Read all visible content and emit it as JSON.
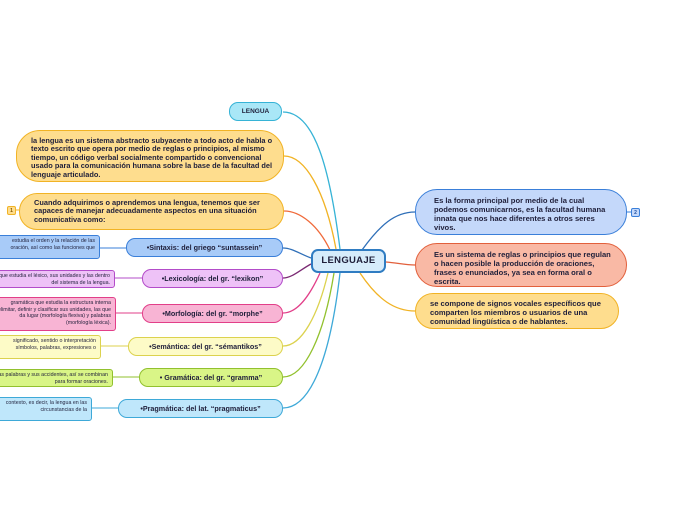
{
  "center": {
    "label": "LENGUAJE"
  },
  "right_nodes": {
    "blue": "Es la forma principal por medio de la cual podemos comunicarnos, es la facultad humana innata que nos hace diferentes a otros seres vivos.",
    "salmon": "Es un sistema de reglas o principios que regulan o hacen posible la producción de oraciones, frases o enunciados, ya sea en forma oral o escrita.",
    "orange": "se compone de signos vocales específicos que comparten los miembros o usuarios de una comunidad lingüística o de hablantes."
  },
  "left_nodes": {
    "lengua": "LENGUA",
    "definicion": "la lengua es un sistema abstracto subyacente a todo acto de habla o texto escrito que opera por medio de reglas o principios, al mismo tiempo, un código verbal socialmente compartido o convencional usado para la comunicación humana sobre la base de la facultad del lenguaje articulado.",
    "cuando": "Cuando adquirimos o aprendemos una lengua, tenemos que ser capaces de manejar adecuadamente aspectos en una situación comunicativa como:"
  },
  "branches": {
    "sintaxis": {
      "label": "•Sintaxis: del griego “suntassein”",
      "detail": "estudia el orden y la relación de las oración, así como las funciones que"
    },
    "lexicologia": {
      "label": "•Lexicología: del gr. “lexikon”",
      "detail": "que estudia el léxico, sus unidades y las dentro del sistema de la lengua."
    },
    "morfologia": {
      "label": "•Morfología: del gr. “morphe”",
      "detail": "gramática que estudia la estructura interna delimitar, definir y clasificar sus unidades, las que da lugar (morfología flexiva) y palabras (morfología léxica)."
    },
    "semantica": {
      "label": "•Semántica: del gr. “sémantikos”",
      "detail": "significado, sentido o interpretación símbolos, palabras, expresiones o"
    },
    "gramatica": {
      "label": "• Gramática: del gr. “gramma”",
      "detail": "las palabras y sus accidentes, así se combinan para formar oraciones."
    },
    "pragmatica": {
      "label": "•Pragmática: del lat. “pragmaticus”",
      "detail": "contexto, es decir, la lengua en las circunstancias de la"
    }
  },
  "badges": {
    "left": "1",
    "right": "2"
  },
  "colors": {
    "center": "#2f7cc2",
    "blue": "#3a7fd9",
    "salmon": "#e2603c",
    "orange": "#f1b325",
    "cyan": "#36b3d6",
    "purple": "#7b2a73",
    "pink": "#e23f89",
    "yellow": "#dcd24e",
    "green": "#92c12e"
  }
}
